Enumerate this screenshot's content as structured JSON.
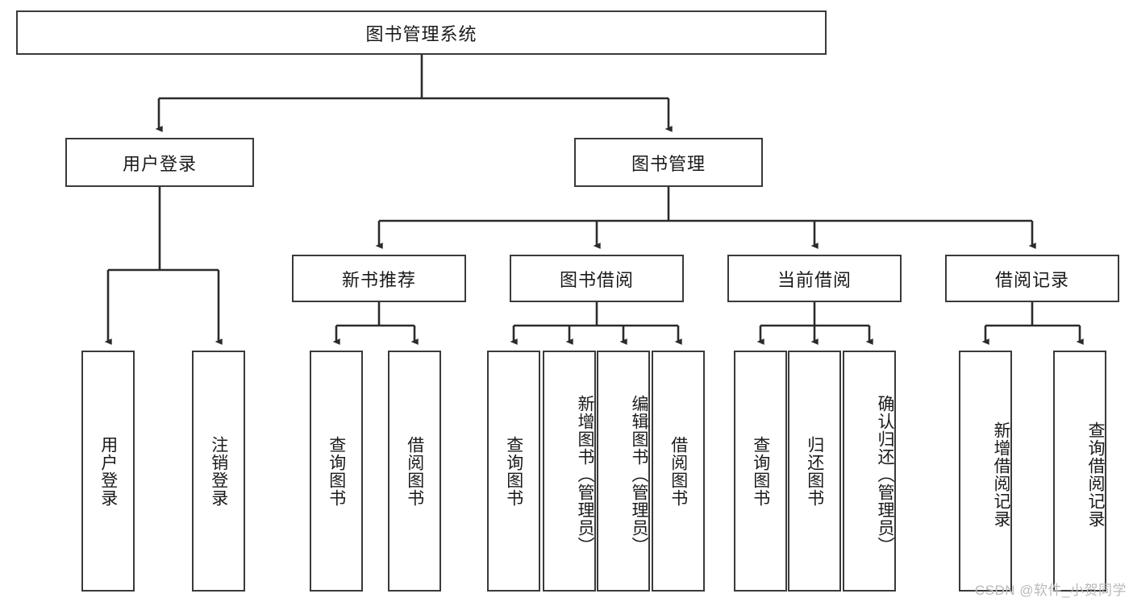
{
  "diagram": {
    "title": "图书管理系统",
    "root": {
      "label": "图书管理系统"
    },
    "level2": [
      {
        "label": "用户登录"
      },
      {
        "label": "图书管理"
      }
    ],
    "level3": [
      {
        "label": "新书推荐"
      },
      {
        "label": "图书借阅"
      },
      {
        "label": "当前借阅"
      },
      {
        "label": "借阅记录"
      }
    ],
    "leaves": {
      "user_login": [
        {
          "label": "用户登录"
        },
        {
          "label": "注销登录"
        }
      ],
      "new_book": [
        {
          "label": "查询图书"
        },
        {
          "label": "借阅图书"
        }
      ],
      "book_borrow": [
        {
          "label": "查询图书"
        },
        {
          "label": "新增图书（管理员）"
        },
        {
          "label": "编辑图书（管理员）"
        },
        {
          "label": "借阅图书"
        }
      ],
      "current_borrow": [
        {
          "label": "查询图书"
        },
        {
          "label": "归还图书"
        },
        {
          "label": "确认归还（管理员）"
        }
      ],
      "borrow_record": [
        {
          "label": "新增借阅记录"
        },
        {
          "label": "查询借阅记录"
        }
      ]
    }
  },
  "watermark": {
    "text": "CSDN @软件_小贺同学"
  },
  "colors": {
    "border": "#3a3a3a",
    "text": "#1a1a1a",
    "background": "#ffffff",
    "watermark": "#b9b9b9"
  }
}
